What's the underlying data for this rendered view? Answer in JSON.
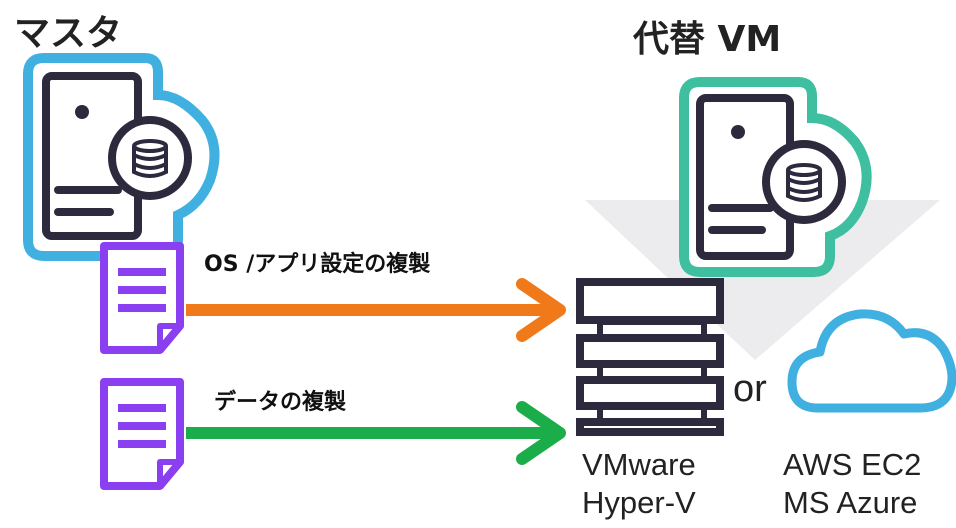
{
  "master": {
    "title": "マスタ",
    "accent": "#3fb0e0"
  },
  "replacement": {
    "title": "代替 VM",
    "accent": "#3dbfa0"
  },
  "os_replication": {
    "label": "OS /アプリ設定の複製",
    "color": "#f07a1a"
  },
  "data_replication": {
    "label": "データの複製",
    "color": "#1aad4a"
  },
  "document_color": "#8a3ff0",
  "server_icon_color": "#2d2a3e",
  "platforms": {
    "on_premise": {
      "line1": "VMware",
      "line2": "Hyper-V"
    },
    "connector": "or",
    "cloud": {
      "line1": "AWS EC2",
      "line2": "MS Azure",
      "color": "#3fb0e0"
    }
  },
  "icons": {
    "master_server": "server-database-icon",
    "replacement_server": "server-database-icon",
    "os_document": "document-icon",
    "data_document": "document-icon",
    "host": "server-rack-icon",
    "cloud": "cloud-icon"
  }
}
